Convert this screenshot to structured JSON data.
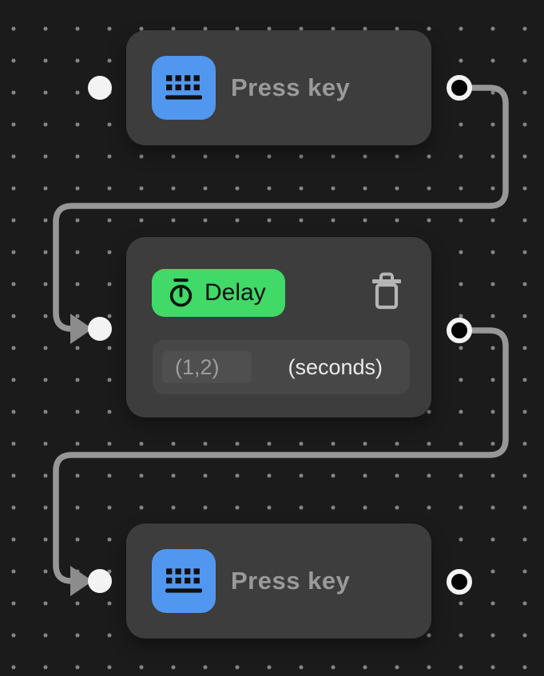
{
  "canvas": {
    "background": "#1b1b1b",
    "dot_color": "#858585",
    "wire_color": "#979797"
  },
  "nodes": [
    {
      "label": "Press key",
      "icon": "keyboard-icon",
      "icon_bg": "#5297ef"
    },
    {
      "label": "Delay",
      "icon": "stopwatch-icon",
      "badge_bg": "#41d967",
      "delete_icon": "trash-icon",
      "value_placeholder": "(1,2)",
      "unit_label": "(seconds)"
    },
    {
      "label": "Press key",
      "icon": "keyboard-icon",
      "icon_bg": "#5297ef"
    }
  ]
}
